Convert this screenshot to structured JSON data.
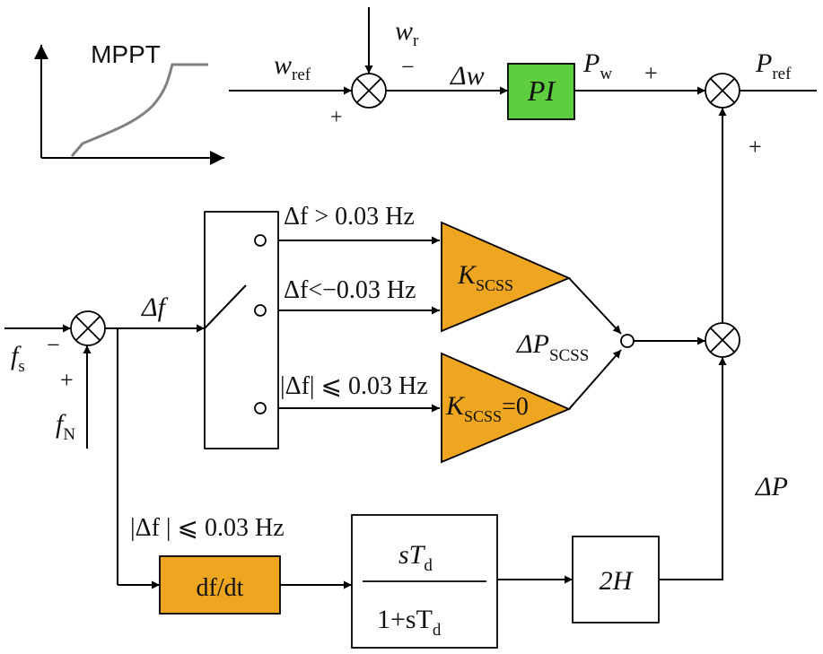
{
  "mppt": {
    "title": "MPPT"
  },
  "signals": {
    "w_ref": {
      "base": "w",
      "sub": "ref"
    },
    "w_r": {
      "base": "w",
      "sub": "r"
    },
    "delta_w": "Δw",
    "p_w": {
      "base": "P",
      "sub": "w"
    },
    "p_ref": {
      "base": "P",
      "sub": "ref"
    },
    "delta_f": "Δf",
    "f_s": {
      "base": "f",
      "sub": "s"
    },
    "f_n": {
      "base": "f",
      "sub": "N"
    },
    "delta_p_scss": {
      "base": "ΔP",
      "sub": "SCSS"
    },
    "delta_p": "ΔP"
  },
  "signs": {
    "minus": "−",
    "plus": "+"
  },
  "blocks": {
    "pi": "PI",
    "derivative": "df/dt",
    "filter_num": {
      "base": "sT",
      "sub": "d"
    },
    "filter_den": {
      "base": "1+sT",
      "sub": "d"
    },
    "inertia": "2H",
    "k_scss": {
      "base": "K",
      "sub": "SCSS"
    },
    "k_scss_zero": {
      "base": "K",
      "sub": "SCSS",
      "suffix": "=0"
    }
  },
  "conditions": {
    "high": "Δf > 0.03 Hz",
    "low": "Δf<−0.03 Hz",
    "dead": "|Δf| ⩽ 0.03 Hz",
    "derivative": "|Δf | ⩽ 0.03 Hz"
  },
  "colors": {
    "pi_fill": "#5ece3f",
    "gain_fill": "#eea51f",
    "curve": "#808080"
  }
}
